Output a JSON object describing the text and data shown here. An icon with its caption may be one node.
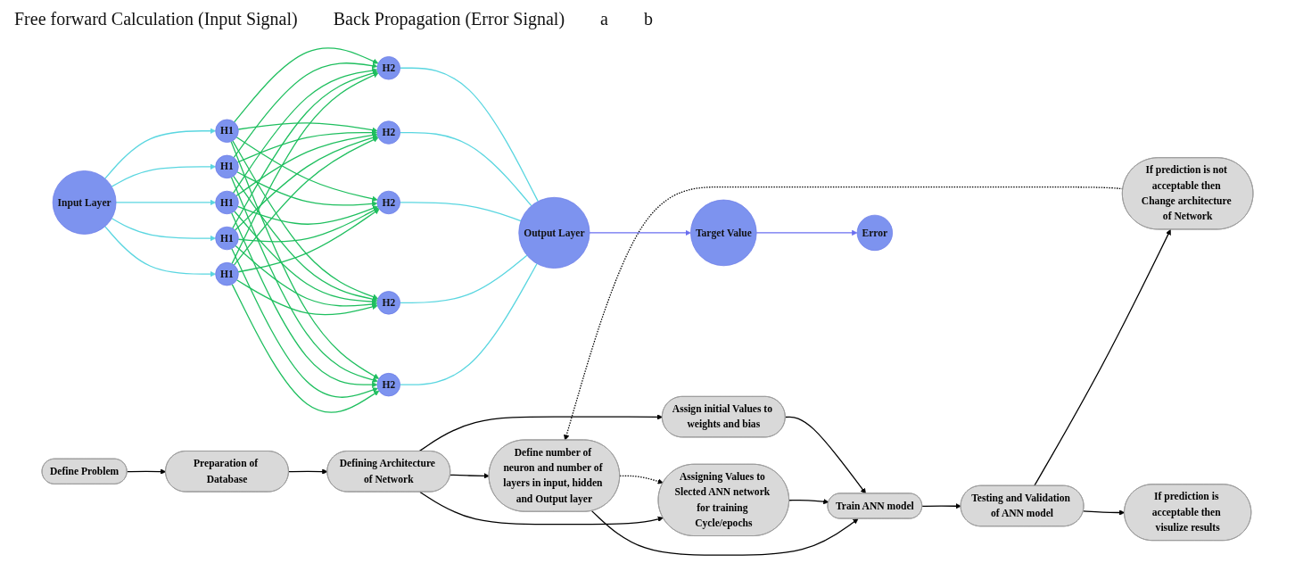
{
  "diagram": {
    "nodes": [
      {
        "text": [
          "Define Problem"
        ]
      },
      {
        "text": [
          "Preparation of Database"
        ]
      },
      {
        "text": [
          "Defining Architecture of Network"
        ]
      },
      {
        "text": [
          "Define number of neuron and number of layers in input, hidden and Output layer"
        ]
      },
      {
        "text": [
          "Assigning Values to Slected ANN network for training Cycle/epochs"
        ]
      },
      {
        "text": [
          "Assign initial Values to weights and bias"
        ]
      },
      {
        "text": [
          "Train ANN model"
        ]
      },
      {
        "text": [
          "Testing and Validation of ANN model"
        ]
      },
      {
        "text": [
          "If prediction is not acceptable then Change architecture of Network"
        ]
      },
      {
        "text": [
          "If prediction is acceptable then visulize results"
        ]
      },
      {
        "text": [
          "Input Layer"
        ]
      },
      {
        "text": [
          "H1"
        ]
      },
      {
        "text": [
          "H1"
        ]
      },
      {
        "text": [
          "H1"
        ]
      },
      {
        "text": [
          "H1"
        ]
      },
      {
        "text": [
          "H1"
        ]
      },
      {
        "text": [
          "H2"
        ]
      },
      {
        "text": [
          "H2"
        ]
      },
      {
        "text": [
          "H2"
        ]
      },
      {
        "text": [
          "H2"
        ]
      },
      {
        "text": [
          "H2"
        ]
      },
      {
        "text": [
          "Output Layer"
        ]
      },
      {
        "text": [
          "Target Value"
        ]
      },
      {
        "text": [
          "Error"
        ]
      }
    ],
    "edges": [
      {
        "from": 0,
        "to": 1,
        "arrow": "to",
        "color": "#000000"
      },
      {
        "from": 1,
        "to": 2,
        "arrow": "to",
        "color": "#000000"
      },
      {
        "from": 2,
        "to": 3,
        "arrow": "to",
        "color": "#000000"
      },
      {
        "from": 2,
        "to": 4,
        "arrow": "to",
        "color": "#000000"
      },
      {
        "from": 2,
        "to": 5,
        "arrow": "to",
        "color": "#000000"
      },
      {
        "from": 3,
        "to": 4,
        "arrow": "to",
        "style": "dashed",
        "color": "#000000"
      },
      {
        "from": 3,
        "to": 6,
        "arrow": "to",
        "color": "#000000"
      },
      {
        "from": 4,
        "to": 6,
        "arrow": "to",
        "color": "#000000"
      },
      {
        "from": 5,
        "to": 6,
        "arrow": "to",
        "color": "#000000"
      },
      {
        "from": 6,
        "to": 7,
        "arrow": "to",
        "color": "#000000"
      },
      {
        "from": 7,
        "to": 8,
        "arrow": "to",
        "color": "#000000"
      },
      {
        "from": 7,
        "to": 9,
        "arrow": "to",
        "color": "#000000"
      },
      {
        "from": 8,
        "to": 3,
        "arrow": "to",
        "style": "dashed",
        "color": "#000000"
      },
      {
        "from": 10,
        "to": 11,
        "arrow": "to",
        "color": "#5ad6e0"
      },
      {
        "from": 10,
        "to": 12,
        "arrow": "to",
        "color": "#5ad6e0"
      },
      {
        "from": 10,
        "to": 13,
        "arrow": "to",
        "color": "#5ad6e0"
      },
      {
        "from": 10,
        "to": 14,
        "arrow": "to",
        "color": "#5ad6e0"
      },
      {
        "from": 10,
        "to": 15,
        "arrow": "to",
        "color": "#5ad6e0"
      },
      {
        "from": 11,
        "to": 16,
        "arrow": "to"
      },
      {
        "from": 11,
        "to": 17,
        "arrow": "to"
      },
      {
        "from": 11,
        "to": 18,
        "arrow": "to"
      },
      {
        "from": 11,
        "to": 19,
        "arrow": "to"
      },
      {
        "from": 11,
        "to": 20,
        "arrow": "to"
      },
      {
        "from": 12,
        "to": 16,
        "arrow": "to"
      },
      {
        "from": 12,
        "to": 17,
        "arrow": "to"
      },
      {
        "from": 12,
        "to": 18,
        "arrow": "to"
      },
      {
        "from": 12,
        "to": 19,
        "arrow": "to"
      },
      {
        "from": 12,
        "to": 20,
        "arrow": "to"
      },
      {
        "from": 13,
        "to": 16,
        "arrow": "to"
      },
      {
        "from": 13,
        "to": 17,
        "arrow": "to"
      },
      {
        "from": 13,
        "to": 18,
        "arrow": "to"
      },
      {
        "from": 13,
        "to": 19,
        "arrow": "to"
      },
      {
        "from": 13,
        "to": 20,
        "arrow": "to"
      },
      {
        "from": 14,
        "to": 16,
        "arrow": "to"
      },
      {
        "from": 14,
        "to": 17,
        "arrow": "to"
      },
      {
        "from": 14,
        "to": 18,
        "arrow": "to"
      },
      {
        "from": 14,
        "to": 19,
        "arrow": "to"
      },
      {
        "from": 14,
        "to": 20,
        "arrow": "to"
      },
      {
        "from": 15,
        "to": 16,
        "arrow": "to"
      },
      {
        "from": 15,
        "to": 17,
        "arrow": "to"
      },
      {
        "from": 15,
        "to": 18,
        "arrow": "to"
      },
      {
        "from": 15,
        "to": 19,
        "arrow": "to"
      },
      {
        "from": 15,
        "to": 20,
        "arrow": "to"
      },
      {
        "from": 16,
        "to": 21,
        "arrow": "none",
        "color": "#5ad6e0"
      },
      {
        "from": 17,
        "to": 21,
        "arrow": "none",
        "color": "#5ad6e0"
      },
      {
        "from": 18,
        "to": 21,
        "arrow": "none",
        "color": "#5ad6e0"
      },
      {
        "from": 19,
        "to": 21,
        "arrow": "none",
        "color": "#5ad6e0"
      },
      {
        "from": 20,
        "to": 21,
        "arrow": "none",
        "color": "#5ad6e0"
      },
      {
        "from": 21,
        "to": 22,
        "arrow": "to",
        "color": "#6a6ef0"
      },
      {
        "from": 22,
        "to": 23,
        "arrow": "to",
        "color": "#6a6ef0"
      }
    ],
    "labels": [
      "Free forward Calculation (Input Signal)",
      "Back Propagation (Error Signal)",
      "a",
      "b"
    ]
  }
}
